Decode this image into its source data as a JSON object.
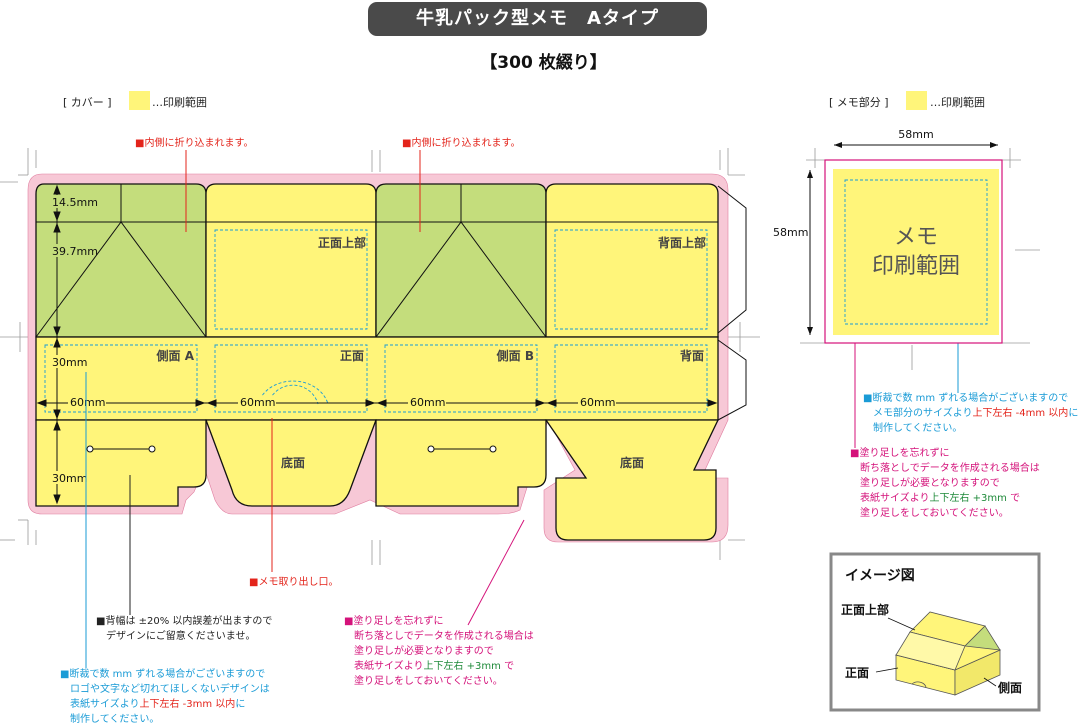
{
  "header": {
    "title": "牛乳パック型メモ　Aタイプ",
    "subtitle": "【300 枚綴り】"
  },
  "cover_legend": {
    "label": "[ カバー ]",
    "range": "…印刷範囲"
  },
  "memo_legend": {
    "label": "[ メモ部分 ]",
    "range": "…印刷範囲"
  },
  "fold_note_1": "■内側に折り込まれます。",
  "fold_note_2": "■内側に折り込まれます。",
  "dims": {
    "d1": "14.5mm",
    "d2": "39.7mm",
    "d3": "30mm",
    "d4": "30mm",
    "w1": "60mm",
    "w2": "60mm",
    "w3": "60mm",
    "w4": "60mm",
    "memo_w": "58mm",
    "memo_h": "58mm"
  },
  "panels": {
    "front_top": "正面上部",
    "back_top": "背面上部",
    "side_a": "側面 A",
    "front": "正面",
    "side_b": "側面 B",
    "back": "背面",
    "bottom_1": "底面",
    "bottom_2": "底面"
  },
  "memo_area": {
    "line1": "メモ",
    "line2": "印刷範囲"
  },
  "memo_takeout": "■メモ取り出し口。",
  "width_note": {
    "line1": "■背幅は ±20% 以内誤差が出ますので",
    "line2": "デザインにご留意くださいませ。"
  },
  "cut_note_cover": {
    "line1": "■断裁で数 mm ずれる場合がございますので",
    "line2": "ロゴや文字など切れてほしくないデザインは",
    "line3a": "表紙サイズより",
    "line3b": "上下左右 -3mm 以内",
    "line3c": "に",
    "line4": "制作してください。"
  },
  "bleed_note_cover": {
    "line1": "■塗り足しを忘れずに",
    "line2": "断ち落としでデータを作成される場合は",
    "line3": "塗り足しが必要となりますので",
    "line4a": "表紙サイズより",
    "line4b": "上下左右 +3mm",
    "line4c": " で",
    "line5": "塗り足しをしておいてください。"
  },
  "cut_note_memo": {
    "line1": "■断裁で数 mm ずれる場合がございますので",
    "line2a": "メモ部分のサイズより",
    "line2b": "上下左右 -4mm 以内",
    "line2c": "に",
    "line3": "制作してください。"
  },
  "bleed_note_memo": {
    "line1": "■塗り足しを忘れずに",
    "line2": "断ち落としでデータを作成される場合は",
    "line3": "塗り足しが必要となりますので",
    "line4a": "表紙サイズより",
    "line4b": "上下左右 +3mm",
    "line4c": " で",
    "line5": "塗り足しをしておいてください。"
  },
  "image_box": {
    "title": "イメージ図",
    "front_top": "正面上部",
    "front": "正面",
    "side": "側面"
  },
  "colors": {
    "yellow": "#fff57a",
    "green": "#c4dd7c",
    "pink": "#f7c8d6",
    "magenta": "#d4127a",
    "cyan": "#1a9bd6",
    "red": "#e3241b"
  }
}
